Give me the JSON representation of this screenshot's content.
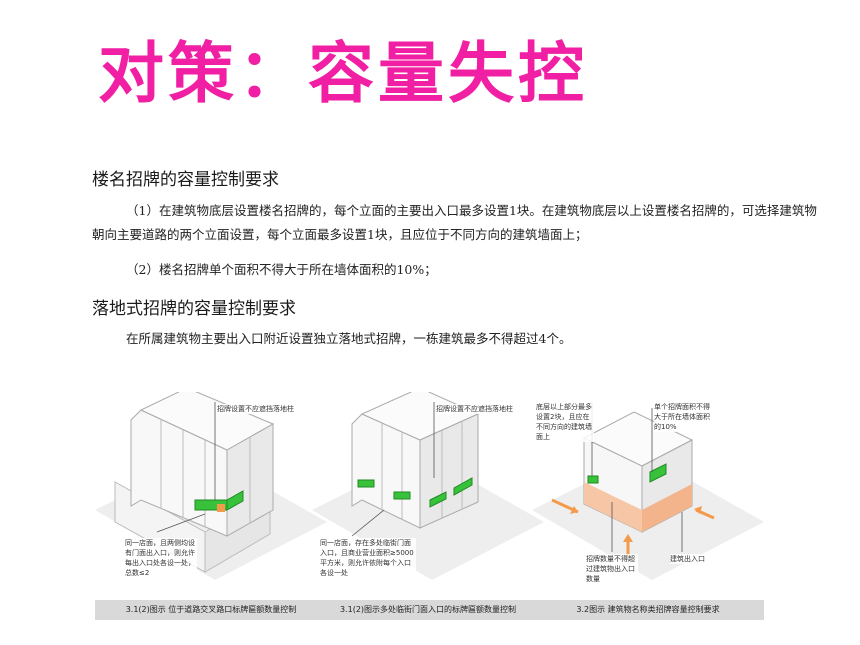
{
  "title": "对策：容量失控",
  "section1": {
    "heading": "楼名招牌的容量控制要求",
    "para1": "（1）在建筑物底层设置楼名招牌的，每个立面的主要出入口最多设置1块。在建筑物底层以上设置楼名招牌的，可选择建筑物朝向主要道路的两个立面设置，每个立面最多设置1块，且应位于不同方向的建筑墙面上；",
    "para2": "（2）楼名招牌单个面积不得大于所在墙体面积的10%；"
  },
  "section2": {
    "heading": "落地式招牌的容量控制要求",
    "para1": "在所属建筑物主要出入口附近设置独立落地式招牌，一栋建筑最多不得超过4个。"
  },
  "colors": {
    "title": "#f01fa3",
    "sign_green": "#38c13a",
    "sign_orange": "#f39a4b"
  },
  "figures": [
    {
      "note_top": "招牌设置不应遮挡落地柱",
      "note_bottom": "同一店面，且两侧均设有门面出入口，则允许每出入口处各设一处，总数≤2",
      "caption": "3.1(2)图示 位于道路交叉路口标牌匾额数量控制"
    },
    {
      "note_top": "招牌设置不应遮挡落地柱",
      "note_bottom": "同一店面，存在多处临街门面入口，且商业营业面积≥5000平方米，则允许依附每个入口各设一处",
      "caption": "3.1(2)图示多处临街门面入口的标牌匾额数量控制"
    },
    {
      "note_top_left": "底层以上部分最多设置2块，且应在不同方向的建筑墙面上",
      "note_top_right": "单个招牌面积不得大于所在墙体面积的10%",
      "note_bottom_left": "招牌数量不得超过建筑物出入口数量",
      "note_bottom_right": "建筑出入口",
      "caption": "3.2图示 建筑物名称类招牌容量控制要求"
    }
  ]
}
